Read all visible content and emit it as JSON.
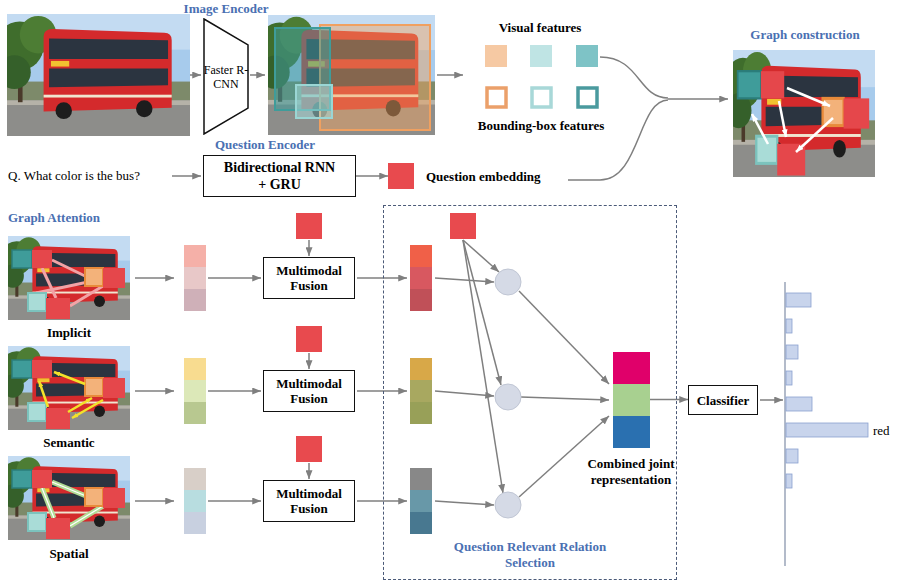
{
  "diagram": {
    "nodes": [
      {
        "text": [
          "Faster R-CNN"
        ]
      },
      {
        "text": [
          "Bidirectional RNN + GRU"
        ]
      },
      {
        "text": [
          "Question embedding"
        ]
      },
      {
        "text": [
          "Multimodal Fusion"
        ]
      },
      {
        "text": [
          "Multimodal Fusion"
        ]
      },
      {
        "text": [
          "Multimodal Fusion"
        ]
      },
      {
        "text": [
          "Question Relevant Relation Selection"
        ]
      },
      {
        "text": [
          "Combined joint representation"
        ],
        "in": 6
      },
      {
        "text": [
          "Classifier"
        ]
      }
    ],
    "edges": [
      {
        "from": 1,
        "to": 2,
        "arrow": "to"
      },
      {
        "from": 7,
        "to": 8,
        "arrow": "to"
      }
    ],
    "labels": [
      "Image Encoder",
      "Visual features",
      "Bounding-box features",
      "Graph construction",
      "Question Encoder",
      "Q. What color is the bus?",
      "Graph Attention",
      "Implicit",
      "Semantic",
      "Spatial",
      "red"
    ]
  }
}
